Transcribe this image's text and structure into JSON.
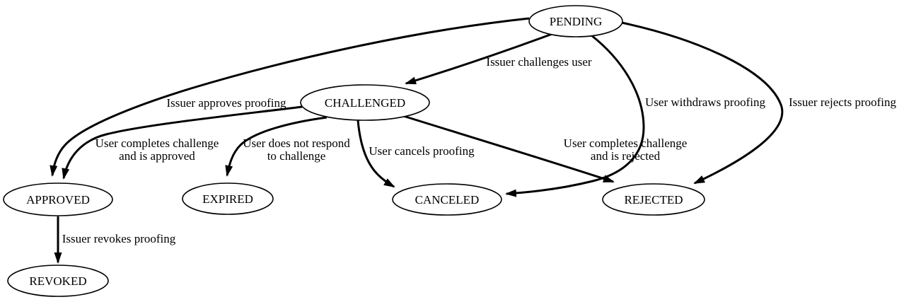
{
  "diagram": {
    "type": "state-transition-graph",
    "colors": {
      "background": "#ffffff",
      "node_fill": "#ffffff",
      "stroke": "#000000",
      "text": "#000000"
    },
    "nodes": {
      "pending": {
        "label": "PENDING"
      },
      "challenged": {
        "label": "CHALLENGED"
      },
      "approved": {
        "label": "APPROVED"
      },
      "expired": {
        "label": "EXPIRED"
      },
      "canceled": {
        "label": "CANCELED"
      },
      "rejected": {
        "label": "REJECTED"
      },
      "revoked": {
        "label": "REVOKED"
      }
    },
    "edges": {
      "pending_challenged": {
        "from": "PENDING",
        "to": "CHALLENGED",
        "lines": [
          "Issuer challenges user"
        ]
      },
      "pending_approved": {
        "from": "PENDING",
        "to": "APPROVED",
        "lines": [
          "Issuer approves proofing"
        ]
      },
      "pending_canceled": {
        "from": "PENDING",
        "to": "CANCELED",
        "lines": [
          "User withdraws proofing"
        ]
      },
      "pending_rejected": {
        "from": "PENDING",
        "to": "REJECTED",
        "lines": [
          "Issuer rejects proofing"
        ]
      },
      "challenged_approved": {
        "from": "CHALLENGED",
        "to": "APPROVED",
        "lines": [
          "User completes challenge",
          "and is approved"
        ]
      },
      "challenged_expired": {
        "from": "CHALLENGED",
        "to": "EXPIRED",
        "lines": [
          "User does not respond",
          "to challenge"
        ]
      },
      "challenged_canceled": {
        "from": "CHALLENGED",
        "to": "CANCELED",
        "lines": [
          "User cancels proofing"
        ]
      },
      "challenged_rejected": {
        "from": "CHALLENGED",
        "to": "REJECTED",
        "lines": [
          "User completes challenge",
          "and is rejected"
        ]
      },
      "approved_revoked": {
        "from": "APPROVED",
        "to": "REVOKED",
        "lines": [
          "Issuer revokes proofing"
        ]
      }
    }
  }
}
